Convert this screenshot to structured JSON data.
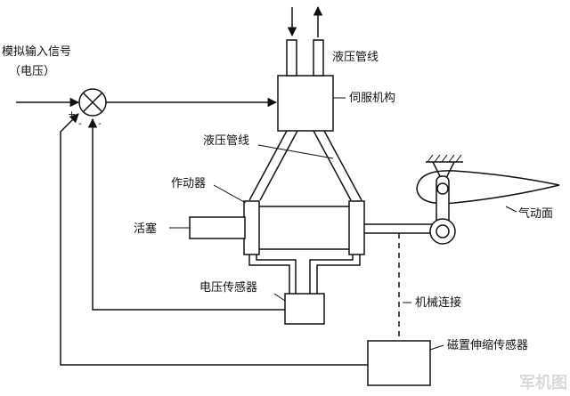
{
  "labels": {
    "input_signal": "模拟输入信号",
    "input_voltage": "（电压）",
    "hyd_line_top": "液压管线",
    "servo": "伺服机构",
    "hyd_line_mid": "液压管线",
    "actuator": "作动器",
    "piston": "活塞",
    "control_surface": "气动面",
    "voltage_sensor": "电压传感器",
    "mech_link": "机械连接",
    "magnetostrictive_sensor": "磁置伸缩传感器",
    "plus": "+",
    "minus1": "-",
    "minus2": "-"
  },
  "watermark": "军机图"
}
